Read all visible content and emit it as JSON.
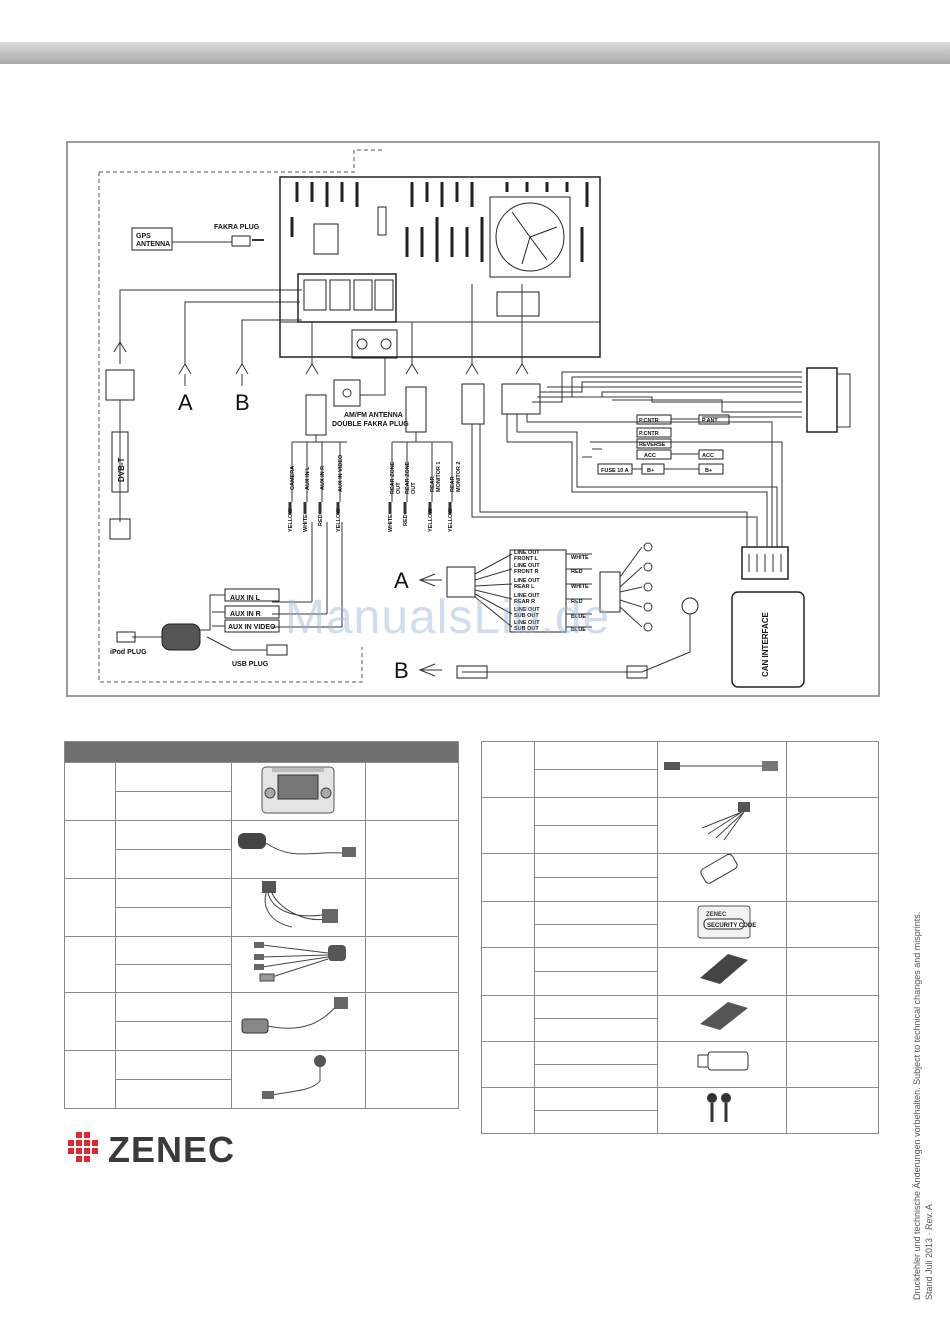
{
  "diagram": {
    "labels": {
      "fakra_plug": "FAKRA PLUG",
      "gps_antenna_1": "GPS",
      "gps_antenna_2": "ANTENNA",
      "dvbt": "DVB-T",
      "conn_a": "A",
      "conn_b": "B",
      "amfm_1": "AM/FM ANTENNA",
      "amfm_2": "DOUBLE FAKRA PLUG",
      "camera": "CAMERA",
      "aux_l": "AUX IN L",
      "aux_r": "AUX IN R",
      "aux_video": "AUX IN VIDEO",
      "rear_zone_1": "REAR ZONE",
      "rear_zone_2": "OUT",
      "rear_zone_3": "REAR ZONE",
      "rear_zone_4": "OUT",
      "rear_mon_1": "REAR",
      "rear_mon_2": "MONITOR 1",
      "rear_mon_3": "REAR",
      "rear_mon_4": "MONITOR 2",
      "yellow": "YELLOW",
      "white": "WHITE",
      "red": "RED",
      "blue": "BLUE",
      "box_aux_l": "AUX IN L",
      "box_aux_r": "AUX IN R",
      "box_aux_video": "AUX IN VIDEO",
      "ipod_plug": "iPod PLUG",
      "usb_plug": "USB PLUG",
      "p_cntr_1": "P.CNTR",
      "p_ant": "P.ANT",
      "p_cntr_2": "P.CNTR",
      "reverse": "REVERSE",
      "acc_1": "ACC",
      "acc_2": "ACC",
      "fuse": "FUSE 10 A",
      "b_plus_1": "B+",
      "b_plus_2": "B+",
      "lo_front_l_1": "LINE OUT",
      "lo_front_l_2": "FRONT L",
      "lo_front_r_1": "LINE OUT",
      "lo_front_r_2": "FRONT R",
      "lo_rear_l_1": "LINE OUT",
      "lo_rear_l_2": "REAR L",
      "lo_rear_r_1": "LINE OUT",
      "lo_rear_r_2": "REAR R",
      "lo_sub_1": "LINE OUT",
      "lo_sub_2": "SUB OUT",
      "lo_sub2_1": "LINE OUT",
      "lo_sub2_2": "SUB OUT",
      "can_interface": "CAN INTERFACE"
    }
  },
  "watermark": "ManualsLib.de",
  "brand": {
    "name": "ZENEC",
    "accent": "#e3262d",
    "text_color": "#3a3a3a"
  },
  "side_note": {
    "line1": "Druckfehler und technische Änderungen vorbehalten. Subject to technical changes and misprints.",
    "line2": "Stand Juli 2013 · Rev. A"
  },
  "left_table": {
    "header_color": "#6f6f6f",
    "rows": [
      {
        "item": "head-unit"
      },
      {
        "item": "gps-antenna"
      },
      {
        "item": "iso-harness"
      },
      {
        "item": "av-usb-cable"
      },
      {
        "item": "usb-adapter-cable"
      },
      {
        "item": "microphone-cable"
      }
    ]
  },
  "right_table": {
    "rows": [
      {
        "item": "extension-cable"
      },
      {
        "item": "rca-harness"
      },
      {
        "item": "remote-control"
      },
      {
        "item": "security-code-card"
      },
      {
        "item": "manual-1"
      },
      {
        "item": "manual-2"
      },
      {
        "item": "usb-stick"
      },
      {
        "item": "screws"
      }
    ],
    "security_card_brand": "ZENEC",
    "security_card_text": "SECURITY CODE"
  }
}
